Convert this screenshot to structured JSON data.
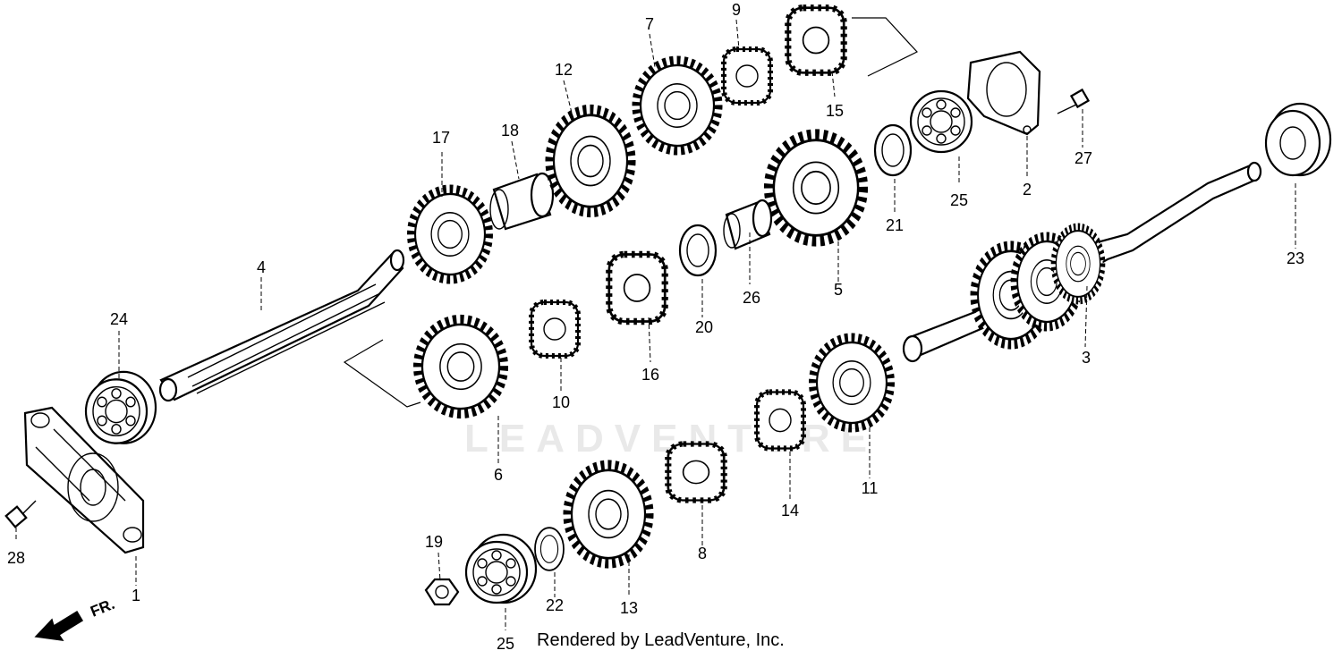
{
  "watermark": "LEADVENTURE",
  "footer_text": "Rendered by LeadVenture, Inc.",
  "direction_label": "FR.",
  "callouts": [
    {
      "id": "c1",
      "text": "1"
    },
    {
      "id": "c2",
      "text": "2"
    },
    {
      "id": "c3",
      "text": "3"
    },
    {
      "id": "c4",
      "text": "4"
    },
    {
      "id": "c5",
      "text": "5"
    },
    {
      "id": "c6",
      "text": "6"
    },
    {
      "id": "c7",
      "text": "7"
    },
    {
      "id": "c8",
      "text": "8"
    },
    {
      "id": "c9",
      "text": "9"
    },
    {
      "id": "c10",
      "text": "10"
    },
    {
      "id": "c11",
      "text": "11"
    },
    {
      "id": "c12",
      "text": "12"
    },
    {
      "id": "c13",
      "text": "13"
    },
    {
      "id": "c14",
      "text": "14"
    },
    {
      "id": "c15",
      "text": "15"
    },
    {
      "id": "c16",
      "text": "16"
    },
    {
      "id": "c17",
      "text": "17"
    },
    {
      "id": "c18",
      "text": "18"
    },
    {
      "id": "c19",
      "text": "19"
    },
    {
      "id": "c20",
      "text": "20"
    },
    {
      "id": "c21",
      "text": "21"
    },
    {
      "id": "c22",
      "text": "22"
    },
    {
      "id": "c23",
      "text": "23"
    },
    {
      "id": "c24",
      "text": "24"
    },
    {
      "id": "c25a",
      "text": "25"
    },
    {
      "id": "c25b",
      "text": "25"
    },
    {
      "id": "c26",
      "text": "26"
    },
    {
      "id": "c27",
      "text": "27"
    },
    {
      "id": "c28",
      "text": "28"
    }
  ]
}
